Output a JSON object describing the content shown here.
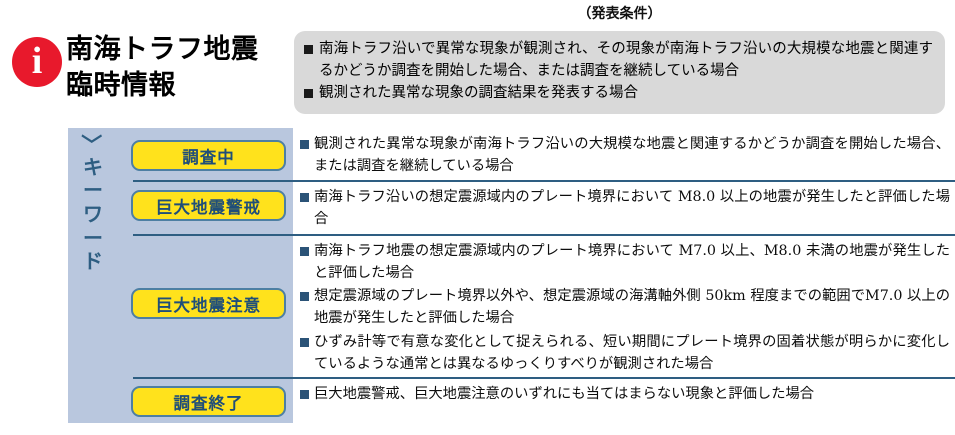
{
  "header": {
    "info_icon_glyph": "i",
    "title": "南海トラフ地震\n臨時情報",
    "condition_caption": "（発表条件）",
    "conditions": [
      "南海トラフ沿いで異常な現象が観測され、その現象が南海トラフ沿いの大規模な地震と関連するかどうか調査を開始した場合、または調査を継続している場合",
      "観測された異常な現象の調査結果を発表する場合"
    ]
  },
  "matrix": {
    "keyword_mark": "〈",
    "keyword_chars": [
      "キ",
      "ー",
      "ワ",
      "ー",
      "ド"
    ],
    "rows": [
      {
        "keyword": "調査中",
        "items": [
          "観測された異常な現象が南海トラフ沿いの大規模な地震と関連するかどうか調査を開始した場合、または調査を継続している場合"
        ]
      },
      {
        "keyword": "巨大地震警戒",
        "items": [
          "南海トラフ沿いの想定震源域内のプレート境界において M8.0 以上の地震が発生したと評価した場合"
        ]
      },
      {
        "keyword": "巨大地震注意",
        "items": [
          "南海トラフ地震の想定震源域内のプレート境界において M7.0 以上、M8.0 未満の地震が発生したと評価した場合",
          "想定震源域のプレート境界以外や、想定震源域の海溝軸外側 50km 程度までの範囲でM7.0 以上の地震が発生したと評価した場合",
          "ひずみ計等で有意な変化として捉えられる、短い期間にプレート境界の固着状態が明らかに変化しているような通常とは異なるゆっくりすべりが観測された場合"
        ]
      },
      {
        "keyword": "調査終了",
        "items": [
          "巨大地震警戒、巨大地震注意のいずれにも当てはまらない現象と評価した場合"
        ]
      }
    ]
  },
  "colors": {
    "info_icon_red": "#e8192c",
    "panel_blue": "#b9c7de",
    "keyword_button_yellow": "#ffe21c",
    "keyword_button_border": "#4d7fa3",
    "keyword_text_blue": "#1f4e79",
    "bullet_blue": "#2b5377",
    "condition_box_gray": "#d9d9d9",
    "divider_blue": "#2e5e82"
  }
}
